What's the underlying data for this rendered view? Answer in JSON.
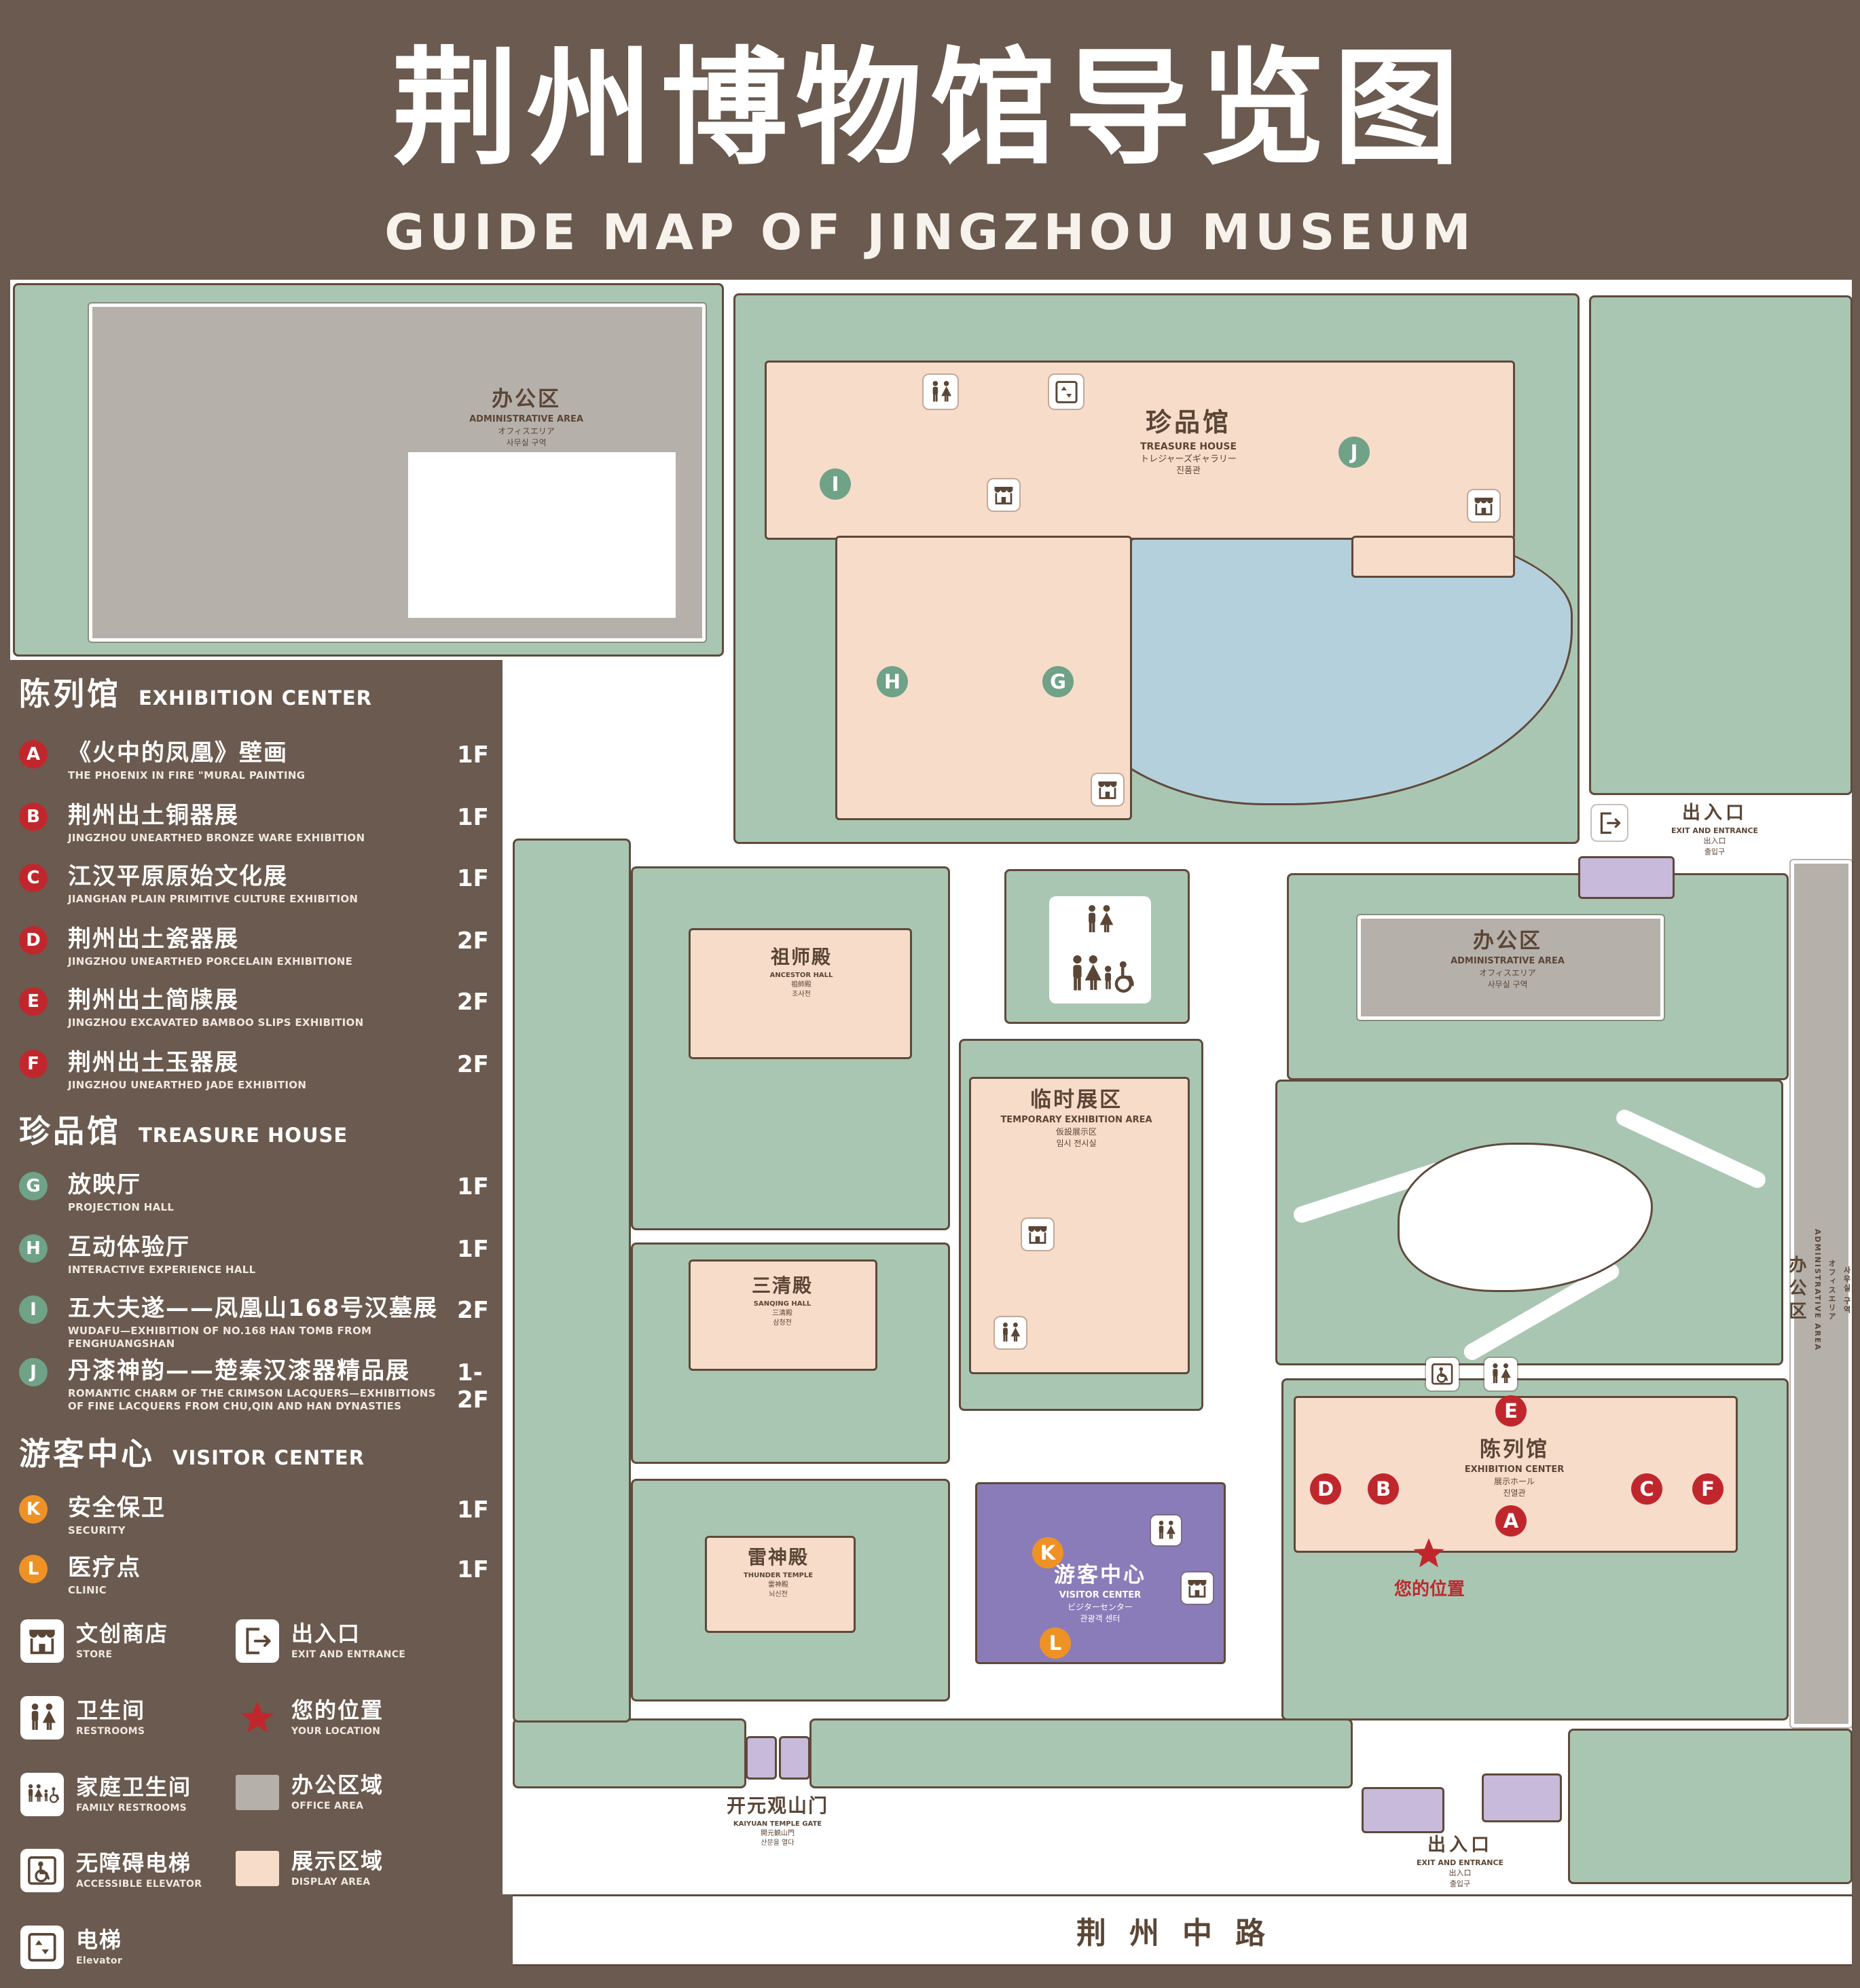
{
  "title": "荆州博物馆导览图",
  "subtitle": "GUIDE MAP OF JINGZHOU MUSEUM",
  "colors": {
    "brown_bg": "#6b5a4f",
    "green": "#a9c6b2",
    "display_pink": "#f7dcca",
    "office_gray": "#b6b0ab",
    "visitor_purple": "#8a7cb9",
    "water_blue": "#b5d0dd",
    "accent_red": "#c0272d",
    "marker_green": "#6fa287",
    "marker_orange": "#ef9226",
    "lavender": "#c7badb",
    "ink": "#5b4636"
  },
  "markers": {
    "A": "A",
    "B": "B",
    "C": "C",
    "D": "D",
    "E": "E",
    "F": "F",
    "G": "G",
    "H": "H",
    "I": "I",
    "J": "J",
    "K": "K",
    "L": "L"
  },
  "legend": {
    "sections": [
      {
        "zh": "陈列馆",
        "en": "EXHIBITION CENTER",
        "items": [
          {
            "key": "A",
            "zh": "《火中的凤凰》壁画",
            "en": "THE PHOENIX IN FIRE \"MURAL PAINTING",
            "floor": "1F"
          },
          {
            "key": "B",
            "zh": "荆州出土铜器展",
            "en": "JINGZHOU UNEARTHED BRONZE WARE EXHIBITION",
            "floor": "1F"
          },
          {
            "key": "C",
            "zh": "江汉平原原始文化展",
            "en": "JIANGHAN PLAIN PRIMITIVE CULTURE EXHIBITION",
            "floor": "1F"
          },
          {
            "key": "D",
            "zh": "荆州出土瓷器展",
            "en": "JINGZHOU UNEARTHED PORCELAIN EXHIBITIONE",
            "floor": "2F"
          },
          {
            "key": "E",
            "zh": "荆州出土简牍展",
            "en": "JINGZHOU EXCAVATED BAMBOO SLIPS EXHIBITION",
            "floor": "2F"
          },
          {
            "key": "F",
            "zh": "荆州出土玉器展",
            "en": "JINGZHOU UNEARTHED JADE EXHIBITION",
            "floor": "2F"
          }
        ]
      },
      {
        "zh": "珍品馆",
        "en": "TREASURE HOUSE",
        "items": [
          {
            "key": "G",
            "zh": "放映厅",
            "en": "PROJECTION HALL",
            "floor": "1F"
          },
          {
            "key": "H",
            "zh": "互动体验厅",
            "en": "INTERACTIVE EXPERIENCE HALL",
            "floor": "1F"
          },
          {
            "key": "I",
            "zh": "五大夫遂——凤凰山168号汉墓展",
            "en": "WUDAFU—EXHIBITION OF NO.168 HAN TOMB FROM FENGHUANGSHAN",
            "floor": "2F"
          },
          {
            "key": "J",
            "zh": "丹漆神韵——楚秦汉漆器精品展",
            "en": "ROMANTIC CHARM OF THE CRIMSON LACQUERS—EXHIBITIONS OF FINE LACQUERS FROM CHU,QIN AND HAN DYNASTIES",
            "floor": "1-2F"
          }
        ]
      },
      {
        "zh": "游客中心",
        "en": "VISITOR CENTER",
        "items": [
          {
            "key": "K",
            "zh": "安全保卫",
            "en": "SECURITY",
            "floor": "1F"
          },
          {
            "key": "L",
            "zh": "医疗点",
            "en": "CLINIC",
            "floor": "1F"
          }
        ]
      }
    ],
    "symbols": [
      {
        "zh": "文创商店",
        "en": "STORE"
      },
      {
        "zh": "出入口",
        "en": "EXIT AND ENTRANCE"
      },
      {
        "zh": "卫生间",
        "en": "RESTROOMS"
      },
      {
        "zh": "您的位置",
        "en": "YOUR LOCATION"
      },
      {
        "zh": "家庭卫生间",
        "en": "FAMILY RESTROOMS"
      },
      {
        "zh": "办公区域",
        "en": "OFFICE AREA"
      },
      {
        "zh": "无障碍电梯",
        "en": "ACCESSIBLE ELEVATOR"
      },
      {
        "zh": "展示区域",
        "en": "DISPLAY AREA"
      },
      {
        "zh": "电梯",
        "en": "Elevator"
      }
    ]
  },
  "map": {
    "admin_nw": {
      "zh": "办公区",
      "en": "ADMINISTRATIVE AREA",
      "jp": "オフィスエリア",
      "kr": "사무실 구역"
    },
    "treasure": {
      "zh": "珍品馆",
      "en": "TREASURE HOUSE",
      "jp": "トレジャーズギャラリー",
      "kr": "진품관"
    },
    "exit_ne": {
      "zh": "出入口",
      "en": "EXIT AND ENTRANCE",
      "jp": "出入口",
      "kr": "출입구"
    },
    "admin_e": {
      "zh": "办公区",
      "en": "ADMINISTRATIVE AREA",
      "jp": "オフィスエリア",
      "kr": "사무실 구역"
    },
    "admin_far_e": {
      "zh": "办公区",
      "en": "ADMINISTRATIVE AREA",
      "jp": "オフィスエリア",
      "kr": "사무실 구역"
    },
    "ancestor": {
      "zh": "祖师殿",
      "en": "ANCESTOR HALL",
      "jp": "祖師殿",
      "kr": "조사전"
    },
    "temp": {
      "zh": "临时展区",
      "en": "TEMPORARY EXHIBITION AREA",
      "jp": "仮設展示区",
      "kr": "임시 전시실"
    },
    "sanqing": {
      "zh": "三清殿",
      "en": "SANQING HALL",
      "jp": "三清殿",
      "kr": "삼청전"
    },
    "thunder": {
      "zh": "雷神殿",
      "en": "THUNDER TEMPLE",
      "jp": "雷神殿",
      "kr": "뇌신전"
    },
    "visitor": {
      "zh": "游客中心",
      "en": "VISITOR CENTER",
      "jp": "ビジターセンター",
      "kr": "관광객 센터"
    },
    "exhibition": {
      "zh": "陈列馆",
      "en": "EXHIBITION CENTER",
      "jp": "展示ホール",
      "kr": "진열관"
    },
    "gate": {
      "zh": "开元观山门",
      "en": "KAIYUAN TEMPLE GATE",
      "jp": "開元観山門",
      "kr": "산문을 열다"
    },
    "exit_s": {
      "zh": "出入口",
      "en": "EXIT AND ENTRANCE",
      "jp": "出入口",
      "kr": "출입구"
    },
    "road": "荆州中路",
    "your_location": "您的位置"
  }
}
